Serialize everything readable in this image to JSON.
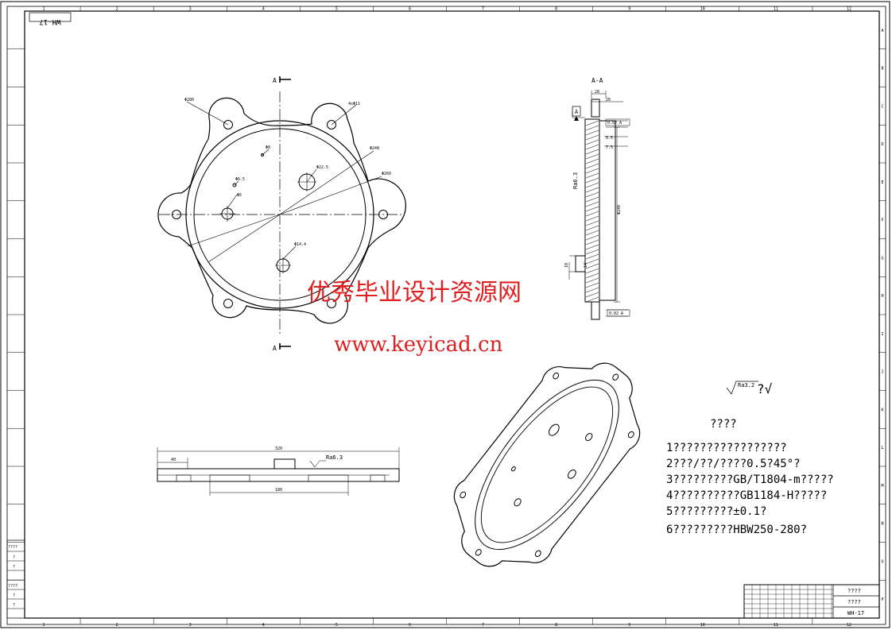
{
  "sheet": {
    "drawing_no_rotated": "WH-17",
    "col_numbers": [
      "1",
      "2",
      "3",
      "4",
      "5",
      "6",
      "7",
      "8",
      "9",
      "10",
      "11",
      "12"
    ],
    "row_letters": [
      "A",
      "B",
      "C",
      "D",
      "E",
      "F",
      "G",
      "H",
      "I",
      "J",
      "K",
      "L",
      "M",
      "N",
      "O",
      "P"
    ]
  },
  "views": {
    "top_section_mark": "A",
    "bottom_section_mark": "A",
    "section_title": "A-A",
    "datum": "A",
    "dim_pcd": "Φ280",
    "dim_hole_big": "4xΦ11",
    "dim_hole_a": "Φ8",
    "dim_hole_b": "Φ6.5",
    "dim_hole_c": "Φ5",
    "dim_hole_d": "Φ22.5",
    "dim_hole_e": "Φ14.4",
    "dim_inner": "Φ248",
    "dim_outer": "Φ260",
    "sec_dim_top": "28",
    "sec_dim_top2": "20",
    "sec_tol": "0.02 A",
    "sec_dim_5": "5.5",
    "sec_dim_7": "7.5",
    "sec_dim_dia": "Φ240",
    "sec_dim_low1": "10",
    "sec_dim_low2": "14",
    "sec_flat": "0.02 A",
    "rough_section": "Ra6.3",
    "side_dim_total": "320",
    "side_dim_left": "40",
    "side_dim_mid": "180",
    "rough_side": "Ra6.3"
  },
  "notes": {
    "rough_general": "Ra3.2",
    "rough_general_suffix": "?√",
    "title": "????",
    "lines": [
      "1?????????????????",
      "2???/??/????0.5?45°?",
      "3?????????GB/T1804-m?????",
      "4??????????GB1184-H?????",
      "5?????????±0.1?",
      "6?????????HBW250-280?"
    ]
  },
  "watermark": {
    "line1": "优秀毕业设计资源网",
    "line2": "www.keyicad.cn",
    "color": "#e02020"
  },
  "title_block": {
    "name": "????",
    "material": "????",
    "drawing_no": "WH-17"
  },
  "side_table": {
    "rows": [
      "????",
      "?",
      "?",
      "????",
      "?",
      "?"
    ]
  }
}
